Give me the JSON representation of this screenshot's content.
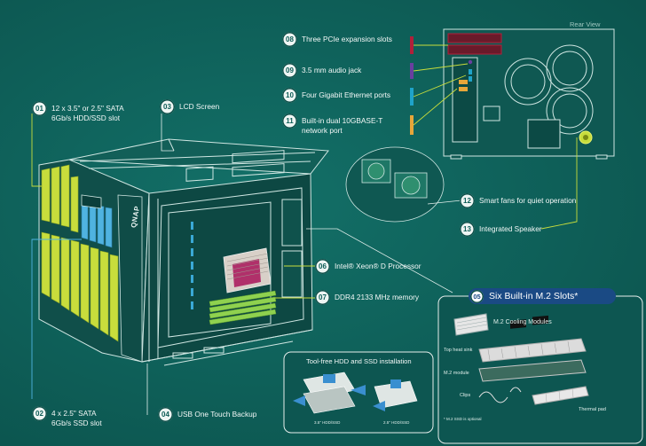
{
  "rear_view": "Rear View",
  "callouts": [
    {
      "num": "01",
      "text": "12 x 3.5\" or 2.5\" SATA 6Gb/s HDD/SSD slot"
    },
    {
      "num": "02",
      "text": "4 x 2.5\" SATA 6Gb/s SSD slot"
    },
    {
      "num": "03",
      "text": "LCD Screen"
    },
    {
      "num": "04",
      "text": "USB One Touch Backup"
    },
    {
      "num": "06",
      "text": "Intel® Xeon® D Processor"
    },
    {
      "num": "07",
      "text": "DDR4 2133 MHz memory"
    },
    {
      "num": "08",
      "text": "Three PCIe expansion slots"
    },
    {
      "num": "09",
      "text": "3.5 mm audio jack"
    },
    {
      "num": "10",
      "text": "Four Gigabit Ethernet ports"
    },
    {
      "num": "11",
      "text": "Built-in dual 10GBASE-T network port"
    },
    {
      "num": "12",
      "text": "Smart fans for quiet operation"
    },
    {
      "num": "13",
      "text": "Integrated Speaker"
    }
  ],
  "m2": {
    "num": "05",
    "title": "Six Built-in M.2 Slots*",
    "cooling": "M.2 Cooling Modules",
    "top_heat_sink": "Top heat sink",
    "module": "M.2 module",
    "clips": "Clips",
    "thermal_pad": "Thermal pad",
    "footnote": "* M.2 SSD is optional"
  },
  "toolfree": {
    "title": "Tool-free HDD and SSD installation",
    "left_caption": "3.5\" HDD/SSD",
    "right_caption": "2.5\" HDD/SSD"
  },
  "logo": "QNAP",
  "colors": {
    "background": "#0e5d57",
    "hdd_highlight": "#c8dd3c",
    "ssd_highlight": "#4fb3e0",
    "memory": "#8fd14f",
    "pcie": "#b0203a",
    "audio": "#6a3fa0",
    "ethernet": "#1fa3c9",
    "tengbe": "#e6a63a",
    "speaker": "#c8dd3c",
    "m2_banner": "#1a4a84"
  }
}
